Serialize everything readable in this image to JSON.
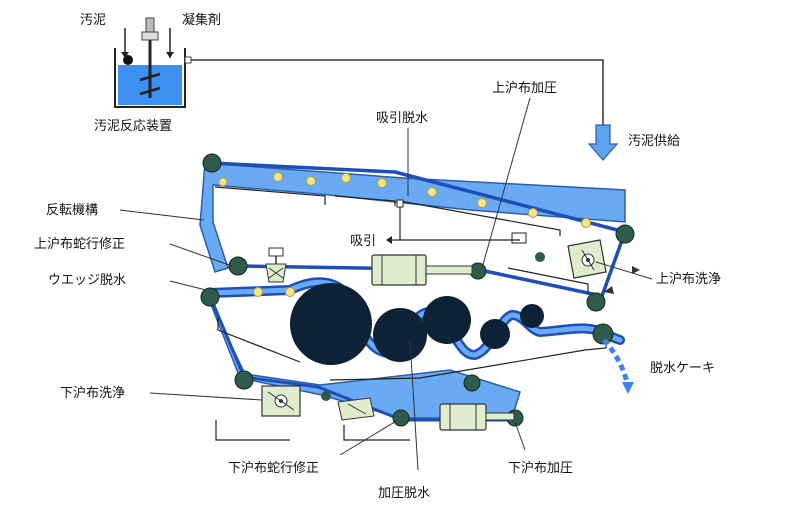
{
  "labels": {
    "sludge": "汚泥",
    "coagulant": "凝集剤",
    "reactor": "汚泥反応装置",
    "supply": "汚泥供給",
    "suction_dewater": "吸引脱水",
    "upper_pressure": "上沪布加圧",
    "reversing": "反転機構",
    "upper_tracking": "上沪布蛇行修正",
    "wedge": "ウエッジ脱水",
    "suction": "吸引",
    "upper_wash": "上沪布洗浄",
    "cake": "脱水ケーキ",
    "lower_wash": "下沪布洗浄",
    "lower_tracking": "下沪布蛇行修正",
    "lower_pressure": "下沪布加圧",
    "press_dewater": "加圧脱水"
  },
  "colors": {
    "belt": "#3b82f6",
    "belt_dark": "#1e4fb8",
    "fill_light": "#6aaaf5",
    "roller_dark": "#0d2137",
    "roller_small": "#2e5b4b",
    "dot": "#f2e58a",
    "device": "#dfeccd",
    "stroke": "#333333"
  }
}
